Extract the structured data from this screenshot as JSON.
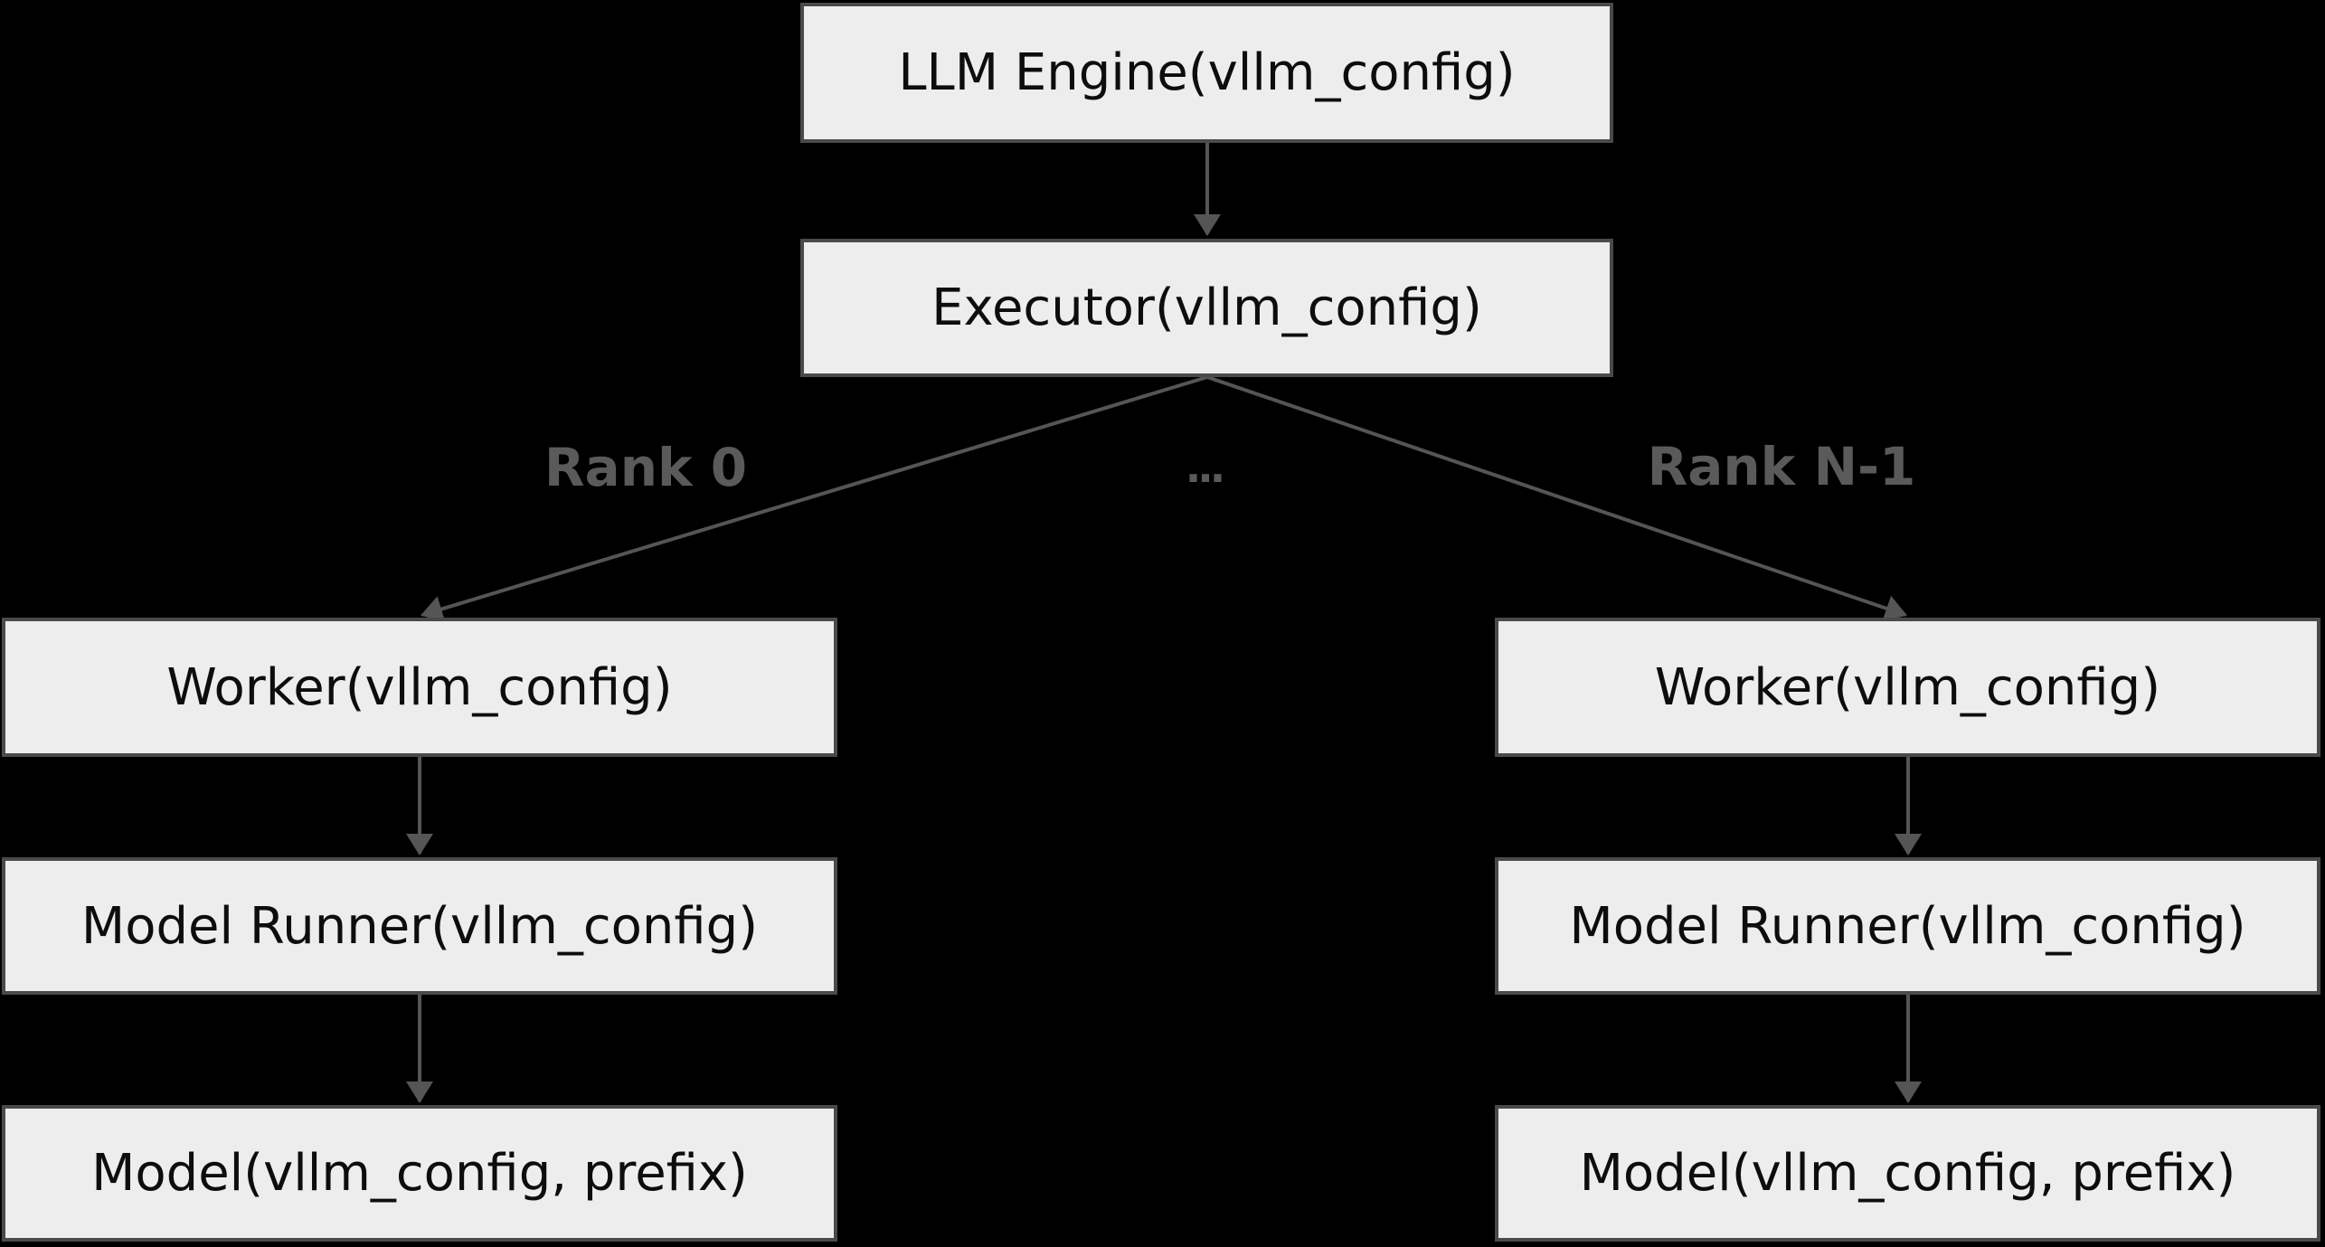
{
  "diagram": {
    "colors": {
      "background": "#000000",
      "node_fill": "#ededed",
      "node_border": "#4a4a4a",
      "arrow": "#555555",
      "edge_label_text": "#5a5a5a",
      "node_text": "#0d0d0d"
    },
    "nodes": {
      "llm_engine": {
        "label": "LLM Engine(vllm_config)"
      },
      "executor": {
        "label": "Executor(vllm_config)"
      },
      "worker_left": {
        "label": "Worker(vllm_config)"
      },
      "model_runner_left": {
        "label": "Model Runner(vllm_config)"
      },
      "model_left": {
        "label": "Model(vllm_config, prefix)"
      },
      "worker_right": {
        "label": "Worker(vllm_config)"
      },
      "model_runner_right": {
        "label": "Model Runner(vllm_config)"
      },
      "model_right": {
        "label": "Model(vllm_config, prefix)"
      }
    },
    "edge_labels": {
      "rank_0": "Rank 0",
      "ellipsis": "...",
      "rank_n_minus_1": "Rank N-1"
    }
  }
}
